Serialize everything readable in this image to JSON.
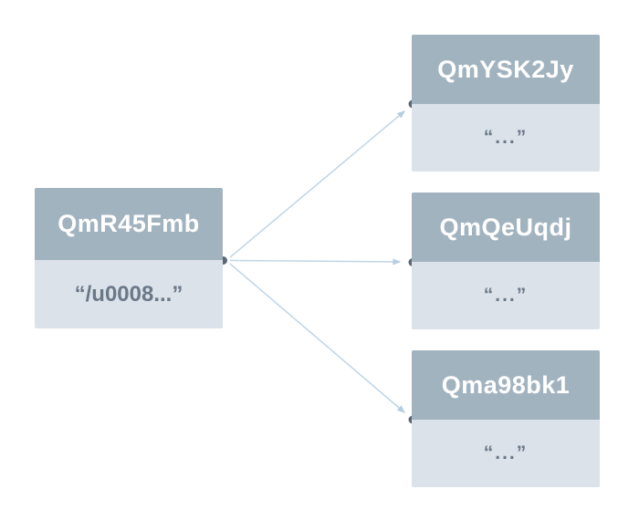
{
  "diagram": {
    "type": "dag",
    "nodes": {
      "root": {
        "hash": "QmR45Fmb",
        "value": "“/u0008...”"
      },
      "children": [
        {
          "hash": "QmYSK2Jy",
          "value": "“...”"
        },
        {
          "hash": "QmQeUqdj",
          "value": "“...”"
        },
        {
          "hash": "Qma98bk1",
          "value": "“...”"
        }
      ]
    },
    "edges": [
      {
        "from": "QmR45Fmb",
        "to": "QmYSK2Jy"
      },
      {
        "from": "QmR45Fmb",
        "to": "QmQeUqdj"
      },
      {
        "from": "QmR45Fmb",
        "to": "Qma98bk1"
      }
    ],
    "colors": {
      "background": "#ffffff",
      "node_header": "#a2b3c0",
      "node_body": "#dbe2e9",
      "title_text": "#ffffff",
      "value_text": "#6b7888",
      "edge_line": "#bfd5e7",
      "arrowhead": "#b7cee2",
      "connector_dot": "#5a6775"
    }
  }
}
